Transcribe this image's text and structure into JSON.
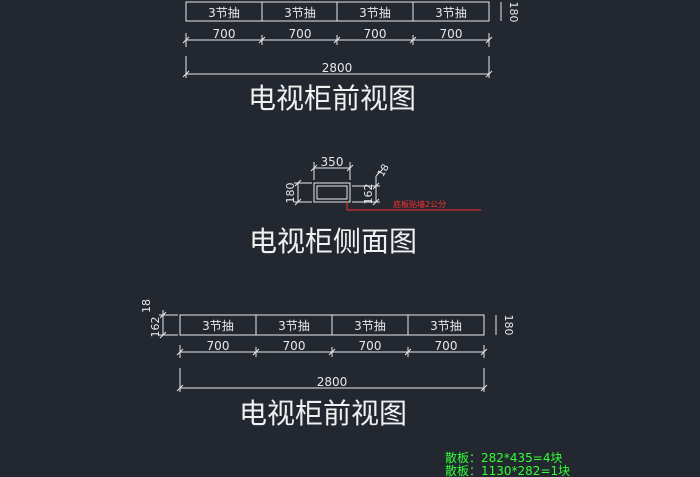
{
  "colors": {
    "background": "#222730",
    "line": "#e8e8e8",
    "annotation_red": "#ff3030",
    "note_green": "#33ff33"
  },
  "front_view_top": {
    "drawers": [
      "3节抽",
      "3节抽",
      "3节抽",
      "3节抽"
    ],
    "height_dim": "180",
    "segment_dims": [
      "700",
      "700",
      "700",
      "700"
    ],
    "total_dim": "2800",
    "caption": "电视柜前视图"
  },
  "side_view": {
    "width_dim": "350",
    "height_dim_left": "180",
    "height_dim_right": "162",
    "top_dim": "18",
    "note": "底板贴墙2公分",
    "caption": "电视柜侧面图"
  },
  "front_view_bottom": {
    "left_dim_small": "18",
    "left_dim_large": "162",
    "drawers": [
      "3节抽",
      "3节抽",
      "3节抽",
      "3节抽"
    ],
    "height_dim": "180",
    "segment_dims": [
      "700",
      "700",
      "700",
      "700"
    ],
    "total_dim": "2800",
    "caption": "电视柜前视图"
  },
  "notes": [
    "散板：282*435=4块",
    "散板：1130*282=1块"
  ]
}
